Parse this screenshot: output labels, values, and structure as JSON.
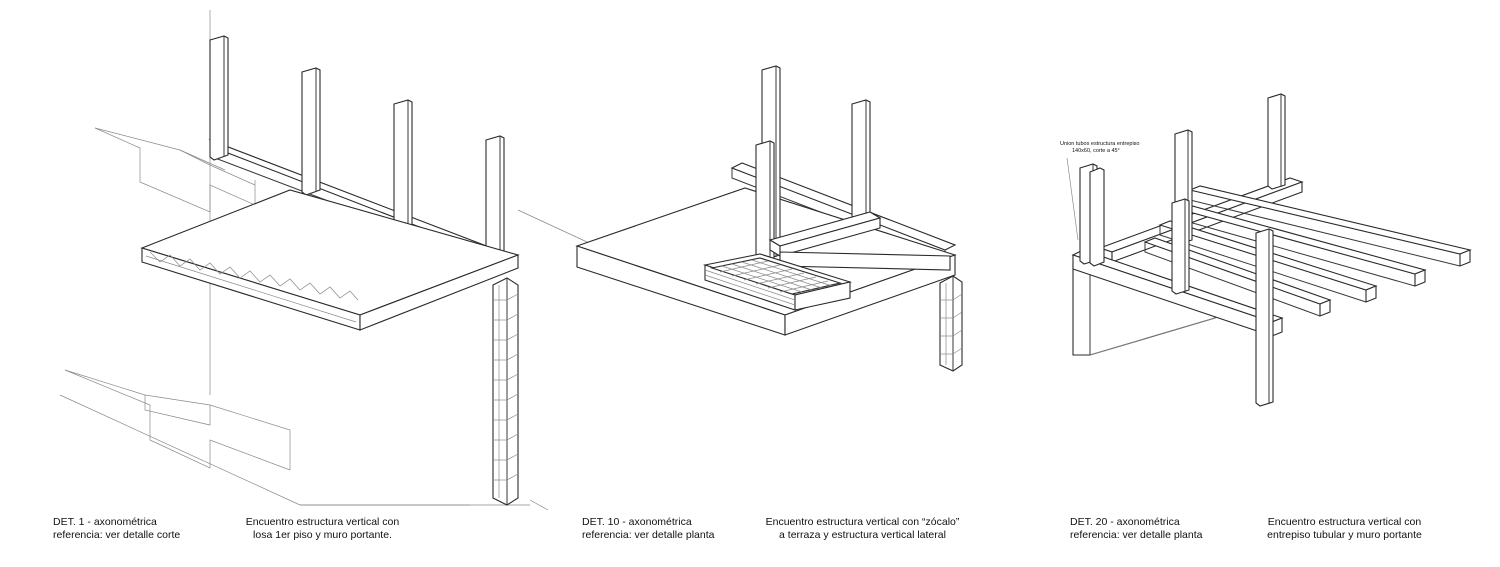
{
  "details": [
    {
      "id": "det1",
      "title": "DET. 1 - axonométrica",
      "reference": "referencia: ver detalle corte",
      "description_line1": "Encuentro estructura vertical con",
      "description_line2": "losa 1er piso y muro portante."
    },
    {
      "id": "det10",
      "title": "DET. 10 - axonométrica",
      "reference": "referencia: ver detalle planta",
      "description_line1": "Encuentro estructura vertical con “zócalo”",
      "description_line2": "a terraza y estructura vertical lateral"
    },
    {
      "id": "det20",
      "title": "DET. 20 - axonométrica",
      "reference": "referencia: ver detalle planta",
      "description_line1": "Encuentro estructura vertical con",
      "description_line2": "entrepiso tubular y muro portante",
      "annotation_line1": "Union tubos estructura entrepiso",
      "annotation_line2": "140x60, corte a 45°"
    }
  ],
  "colors": {
    "line": "#3a3a3a",
    "thin": "#8a8a8a",
    "text": "#111111",
    "background": "#ffffff"
  }
}
